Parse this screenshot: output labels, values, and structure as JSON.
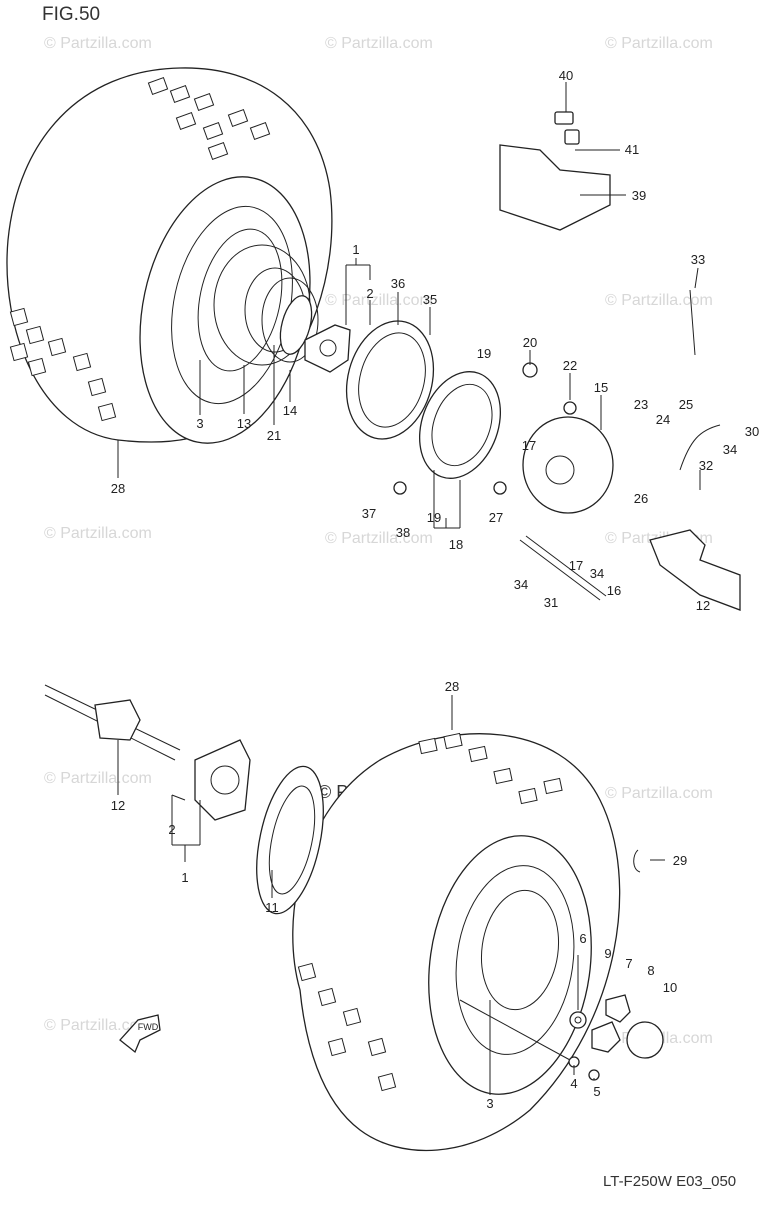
{
  "figure": {
    "title": "FIG.50",
    "code": "LT-F250W E03_050"
  },
  "watermark": {
    "text": "© Partzilla.com",
    "center_text": "© Partzilla.com"
  },
  "callouts": [
    {
      "id": "c40",
      "text": "40"
    },
    {
      "id": "c41",
      "text": "41"
    },
    {
      "id": "c39",
      "text": "39"
    },
    {
      "id": "c33",
      "text": "33"
    },
    {
      "id": "c1a",
      "text": "1"
    },
    {
      "id": "c2a",
      "text": "2"
    },
    {
      "id": "c36",
      "text": "36"
    },
    {
      "id": "c35",
      "text": "35"
    },
    {
      "id": "c20",
      "text": "20"
    },
    {
      "id": "c19a",
      "text": "19"
    },
    {
      "id": "c22",
      "text": "22"
    },
    {
      "id": "c15",
      "text": "15"
    },
    {
      "id": "c23",
      "text": "23"
    },
    {
      "id": "c24",
      "text": "24"
    },
    {
      "id": "c25",
      "text": "25"
    },
    {
      "id": "c30",
      "text": "30"
    },
    {
      "id": "c34a",
      "text": "34"
    },
    {
      "id": "c32",
      "text": "32"
    },
    {
      "id": "c17a",
      "text": "17"
    },
    {
      "id": "c26",
      "text": "26"
    },
    {
      "id": "c3a",
      "text": "3"
    },
    {
      "id": "c13",
      "text": "13"
    },
    {
      "id": "c14",
      "text": "14"
    },
    {
      "id": "c21",
      "text": "21"
    },
    {
      "id": "c28a",
      "text": "28"
    },
    {
      "id": "c37",
      "text": "37"
    },
    {
      "id": "c38",
      "text": "38"
    },
    {
      "id": "c19b",
      "text": "19"
    },
    {
      "id": "c18",
      "text": "18"
    },
    {
      "id": "c27",
      "text": "27"
    },
    {
      "id": "c17b",
      "text": "17"
    },
    {
      "id": "c34b",
      "text": "34"
    },
    {
      "id": "c34c",
      "text": "34"
    },
    {
      "id": "c31",
      "text": "31"
    },
    {
      "id": "c16",
      "text": "16"
    },
    {
      "id": "c12a",
      "text": "12"
    },
    {
      "id": "c28b",
      "text": "28"
    },
    {
      "id": "c12b",
      "text": "12"
    },
    {
      "id": "c2b",
      "text": "2"
    },
    {
      "id": "c1b",
      "text": "1"
    },
    {
      "id": "c29",
      "text": "29"
    },
    {
      "id": "c11",
      "text": "11"
    },
    {
      "id": "c6",
      "text": "6"
    },
    {
      "id": "c9",
      "text": "9"
    },
    {
      "id": "c7",
      "text": "7"
    },
    {
      "id": "c8",
      "text": "8"
    },
    {
      "id": "c10",
      "text": "10"
    },
    {
      "id": "c4",
      "text": "4"
    },
    {
      "id": "c5",
      "text": "5"
    },
    {
      "id": "c3b",
      "text": "3"
    }
  ],
  "fwd_label": "FWD"
}
